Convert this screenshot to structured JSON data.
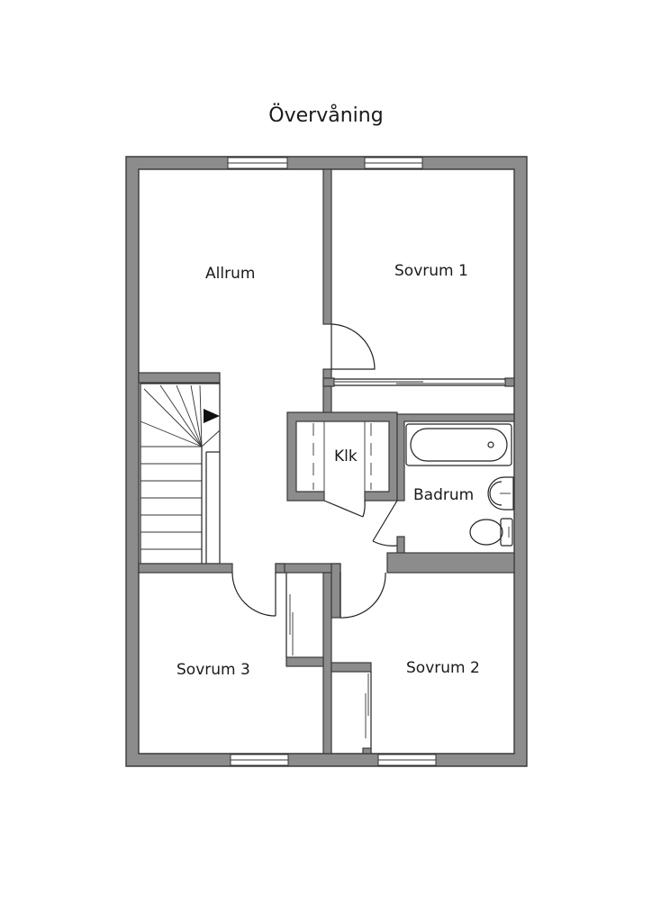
{
  "title": "Övervåning",
  "rooms": {
    "allrum": "Allrum",
    "sovrum1": "Sovrum 1",
    "klk": "Klk",
    "badrum": "Badrum",
    "sovrum3": "Sovrum 3",
    "sovrum2": "Sovrum 2"
  },
  "colors": {
    "wall": "#8c8c8c",
    "wall_outline": "#3a3a3a",
    "background": "#ffffff"
  }
}
